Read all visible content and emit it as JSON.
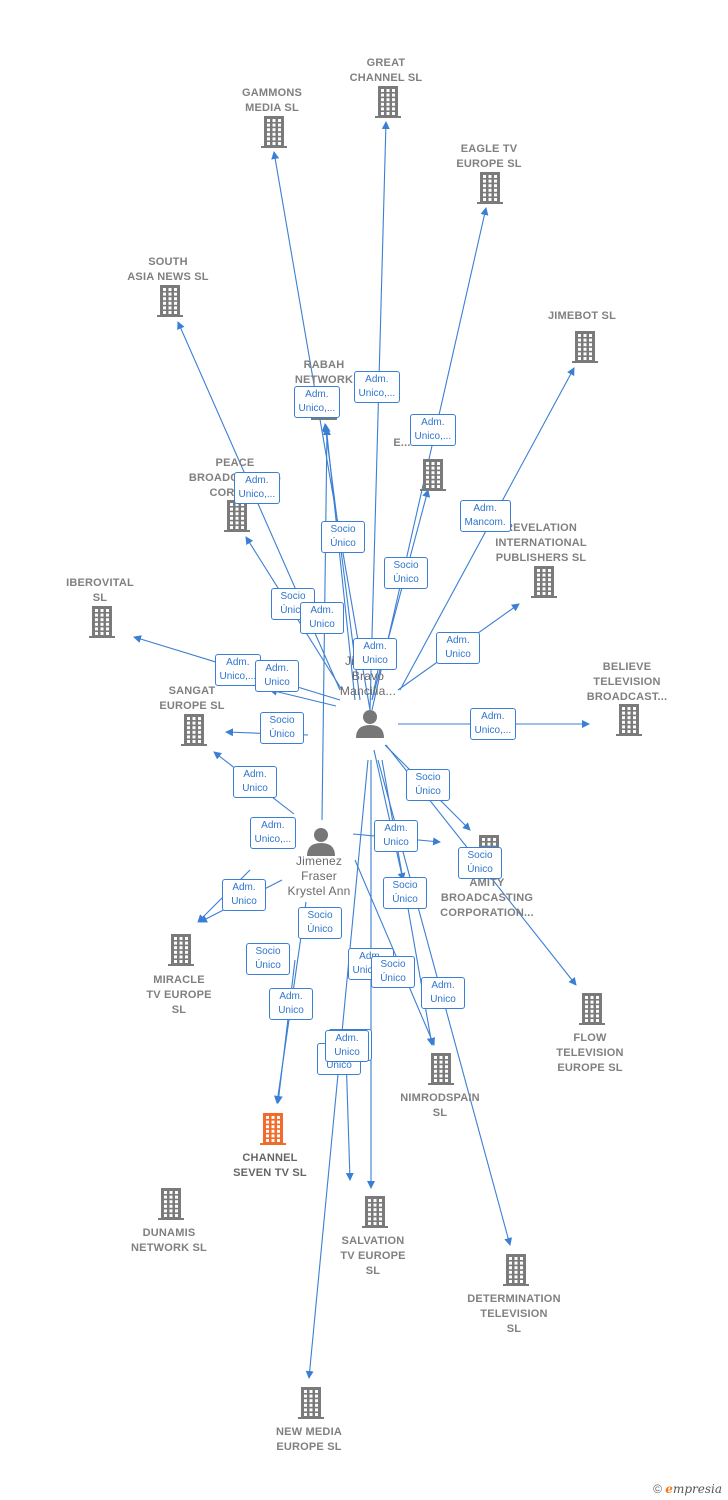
{
  "colors": {
    "edge": "#3b7fd4",
    "company": "#7a7a7a",
    "focus": "#f26b2a",
    "person": "#777777"
  },
  "persons": [
    {
      "id": "p1",
      "label": "Jimenez\nBravo\nMancilla..."
    },
    {
      "id": "p2",
      "label": "Jimenez\nFraser\nKrystel Ann"
    }
  ],
  "companies": [
    {
      "id": "c_gammons",
      "label": "GAMMONS\nMEDIA  SL"
    },
    {
      "id": "c_great",
      "label": "GREAT\nCHANNEL  SL"
    },
    {
      "id": "c_eagle",
      "label": "EAGLE TV\nEUROPE  SL"
    },
    {
      "id": "c_south",
      "label": "SOUTH\nASIA NEWS  SL"
    },
    {
      "id": "c_jimebot",
      "label": "JIMEBOT  SL"
    },
    {
      "id": "c_rabah",
      "label": "RABAH\nNETWORK"
    },
    {
      "id": "c_eu",
      "label": "E..."
    },
    {
      "id": "c_peace",
      "label": "PEACE\nBROADCASTING\nCORPO..."
    },
    {
      "id": "c_revelation",
      "label": "REVELATION\nINTERNATIONAL\nPUBLISHERS SL"
    },
    {
      "id": "c_iberovital",
      "label": "IBEROVITAL\nSL"
    },
    {
      "id": "c_believe",
      "label": "BELIEVE\nTELEVISION\nBROADCAST..."
    },
    {
      "id": "c_sangat",
      "label": "SANGAT\nEUROPE  SL"
    },
    {
      "id": "c_amity",
      "label": "AMITY\nBROADCASTING\nCORPORATION..."
    },
    {
      "id": "c_miracle",
      "label": "MIRACLE\nTV EUROPE\nSL"
    },
    {
      "id": "c_flow",
      "label": "FLOW\nTELEVISION\nEUROPE  SL"
    },
    {
      "id": "c_nimrod",
      "label": "NIMRODSPAIN\nSL"
    },
    {
      "id": "c_channel7",
      "label": "CHANNEL\nSEVEN TV  SL",
      "focus": true
    },
    {
      "id": "c_dunamis",
      "label": "DUNAMIS\nNETWORK  SL"
    },
    {
      "id": "c_salvation",
      "label": "SALVATION\nTV EUROPE\nSL"
    },
    {
      "id": "c_determination",
      "label": "DETERMINATION\nTELEVISION\nSL"
    },
    {
      "id": "c_newmedia",
      "label": "NEW MEDIA\nEUROPE  SL"
    }
  ],
  "relations": [
    {
      "label": "Adm.\nUnico,..."
    },
    {
      "label": "Adm.\nUnico,..."
    },
    {
      "label": "Adm.\nUnico,..."
    },
    {
      "label": "Adm.\nUnico,..."
    },
    {
      "label": "Socio\nÚnico"
    },
    {
      "label": "Adm.\nMancom."
    },
    {
      "label": "Socio\nÚnico"
    },
    {
      "label": "Socio\nÚnico"
    },
    {
      "label": "Adm.\nUnico"
    },
    {
      "label": "Adm.\nUnico"
    },
    {
      "label": "Adm.\nUnico"
    },
    {
      "label": "Adm.\nUnico,..."
    },
    {
      "label": "Adm.\nUnico"
    },
    {
      "label": "Socio\nÚnico"
    },
    {
      "label": "Adm.\nUnico,..."
    },
    {
      "label": "Adm.\nUnico"
    },
    {
      "label": "Socio\nÚnico"
    },
    {
      "label": "Socio\nÚnico"
    },
    {
      "label": "Adm.\nUnico"
    },
    {
      "label": "Adm.\nUnico,..."
    },
    {
      "label": "Adm.\nUnico"
    },
    {
      "label": "Socio\nÚnico"
    },
    {
      "label": "Socio\nÚnico"
    },
    {
      "label": "Socio\nÚnico"
    },
    {
      "label": "Adm.\nUnico"
    },
    {
      "label": "Adm.\nUnico"
    },
    {
      "label": "Adm.\nUnico,..."
    },
    {
      "label": "Socio\nÚnico"
    },
    {
      "label": "Adm.\nUnico"
    },
    {
      "label": "Socio\nÚnico"
    },
    {
      "label": "Adm.\nUnico"
    }
  ],
  "footer": {
    "copyright": "©",
    "brand_initial": "e",
    "brand_rest": "mpresia"
  }
}
